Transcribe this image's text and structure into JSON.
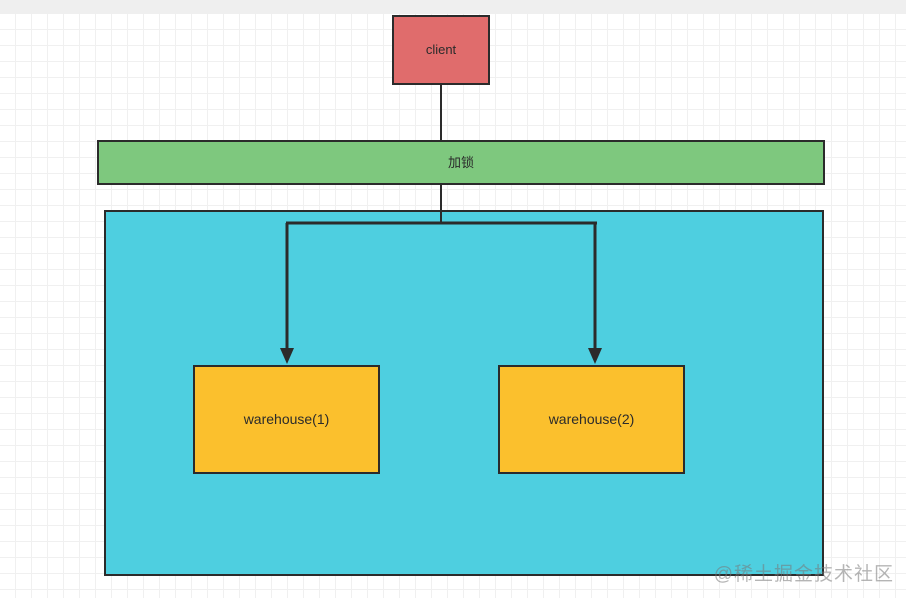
{
  "diagram": {
    "title": "distributed-lock-warehouse-diagram",
    "background": {
      "grid_minor_color": "#f0f0f0",
      "grid_major_color": "#e2e2e2",
      "top_strip_color": "#efefef",
      "canvas_color": "#ffffff"
    },
    "nodes": [
      {
        "id": "client",
        "label": "client",
        "fill": "#e06c6c",
        "stroke": "#2b2b2b"
      },
      {
        "id": "lock",
        "label": "加锁",
        "fill": "#7ec87e",
        "stroke": "#2b2b2b"
      },
      {
        "id": "container",
        "label": "",
        "fill": "#4ecfe0",
        "stroke": "#2b2b2b"
      },
      {
        "id": "warehouse-1",
        "label": "warehouse(1)",
        "fill": "#fbc02d",
        "stroke": "#2b2b2b"
      },
      {
        "id": "warehouse-2",
        "label": "warehouse(2)",
        "fill": "#fbc02d",
        "stroke": "#2b2b2b"
      }
    ],
    "edges": [
      {
        "id": "client-to-lock",
        "from": "client",
        "to": "lock",
        "arrow": false
      },
      {
        "id": "lock-to-warehouse-1",
        "from": "lock",
        "to": "warehouse-1",
        "arrow": true
      },
      {
        "id": "lock-to-warehouse-2",
        "from": "lock",
        "to": "warehouse-2",
        "arrow": true
      }
    ],
    "edge_color": "#2b2b2b"
  },
  "watermark": {
    "text": "@稀土掘金技术社区"
  }
}
